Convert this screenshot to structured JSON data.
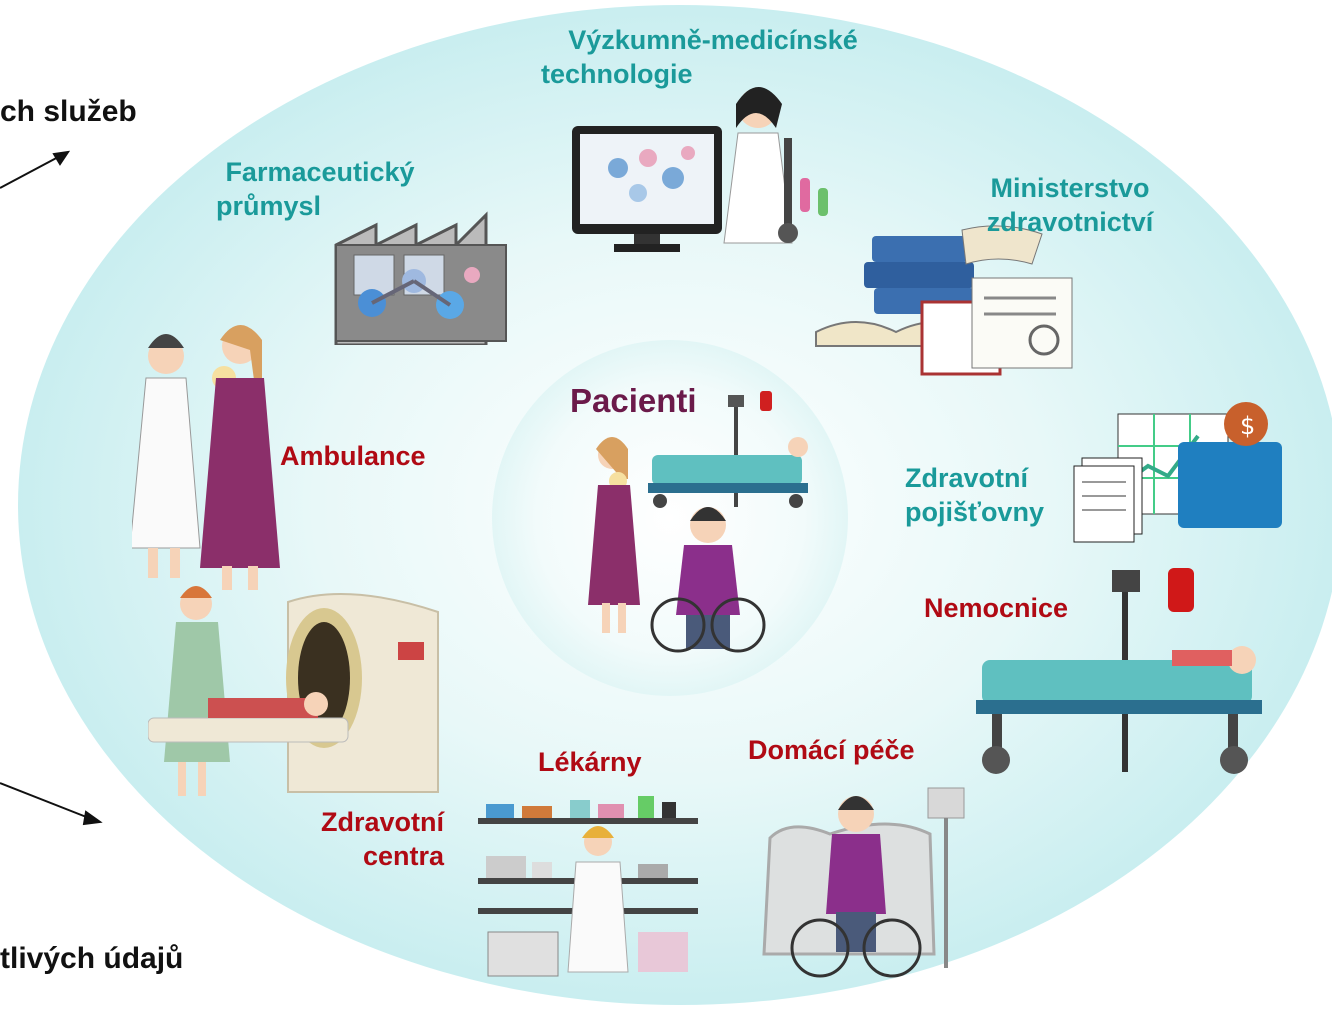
{
  "outer_top_text": "ch služeb",
  "outer_bottom_text": "tlivých údajů",
  "center_label": "Pacienti",
  "nodes": {
    "research": "Výzkumně-medicínské technologie",
    "research_l1": "Výzkumně-medicínské",
    "research_l2": "technologie",
    "pharma_l1": "Farmaceutický",
    "pharma_l2": "průmysl",
    "ministry_l1": "Ministerstvo",
    "ministry_l2": "zdravotnictví",
    "ambulance": "Ambulance",
    "insurance_l1": "Zdravotní",
    "insurance_l2": "pojišťovny",
    "hospital": "Nemocnice",
    "homecare": "Domácí péče",
    "pharmacies": "Lékárny",
    "centers_l1": "Zdravotní",
    "centers_l2": "centra"
  },
  "colors": {
    "teal_label": "#1a9a9a",
    "red_label": "#b00a14",
    "center_label": "#6b1a4a",
    "ellipse_fill": "#cfeff0"
  }
}
